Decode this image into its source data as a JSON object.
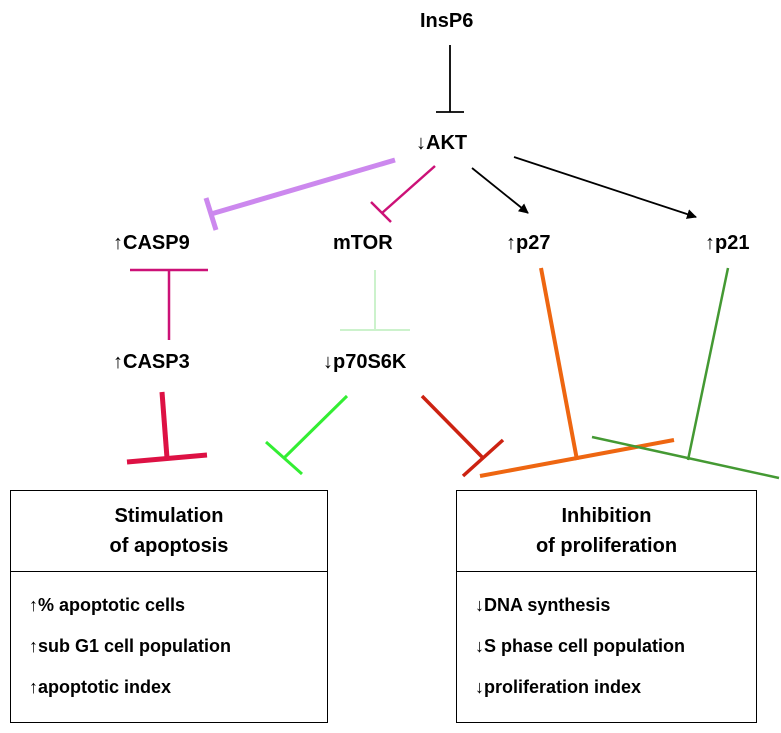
{
  "nodes": {
    "insp6": "InsP6",
    "akt": "↓AKT",
    "casp9": "↑CASP9",
    "mtor": "mTOR",
    "p27": "↑p27",
    "p21": "↑p21",
    "casp3": "↑CASP3",
    "p70s6k": "↓p70S6K"
  },
  "apoptosis_box": {
    "title_line1": "Stimulation",
    "title_line2": "of apoptosis",
    "items": [
      "↑% apoptotic cells",
      "↑sub G1 cell population",
      "↑apoptotic index"
    ]
  },
  "proliferation_box": {
    "title_line1": "Inhibition",
    "title_line2": "of proliferation",
    "items": [
      "↓DNA synthesis",
      "↓S phase cell population",
      "↓proliferation index"
    ]
  },
  "edge_colors": {
    "black": "#000000",
    "lavender": "#cc88ee",
    "magenta": "#cc1177",
    "pale_green": "#ccf2cc",
    "crimson": "#dd1144",
    "bright_green": "#33ee33",
    "dark_red": "#cc2211",
    "orange": "#ee6611",
    "olive_green": "#449933"
  }
}
